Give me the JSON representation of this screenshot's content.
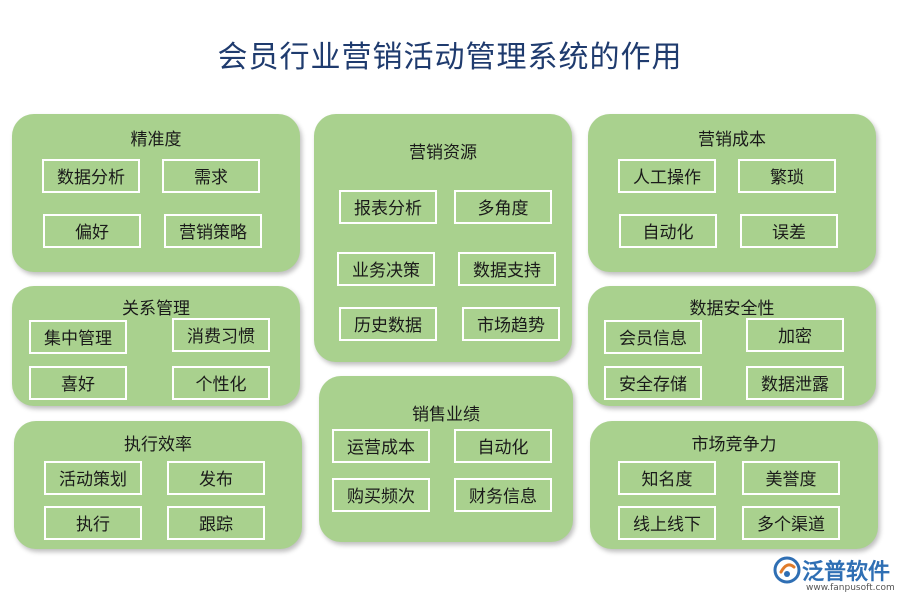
{
  "title": "会员行业营销活动管理系统的作用",
  "panels": [
    {
      "title": "精准度",
      "items": [
        "数据分析",
        "需求",
        "偏好",
        "营销策略"
      ]
    },
    {
      "title": "关系管理",
      "items": [
        "集中管理",
        "消费习惯",
        "喜好",
        "个性化"
      ]
    },
    {
      "title": "执行效率",
      "items": [
        "活动策划",
        "发布",
        "执行",
        "跟踪"
      ]
    },
    {
      "title": "营销资源",
      "items": [
        "报表分析",
        "多角度",
        "业务决策",
        "数据支持",
        "历史数据",
        "市场趋势"
      ]
    },
    {
      "title": "销售业绩",
      "items": [
        "运营成本",
        "自动化",
        "购买频次",
        "财务信息"
      ]
    },
    {
      "title": "营销成本",
      "items": [
        "人工操作",
        "繁琐",
        "自动化",
        "误差"
      ]
    },
    {
      "title": "数据安全性",
      "items": [
        "会员信息",
        "加密",
        "安全存储",
        "数据泄露"
      ]
    },
    {
      "title": "市场竞争力",
      "items": [
        "知名度",
        "美誉度",
        "线上线下",
        "多个渠道"
      ]
    }
  ],
  "logo": {
    "name": "泛普软件",
    "url": "www.fanpusoft.com",
    "icon": "fanpu-logo-icon"
  }
}
